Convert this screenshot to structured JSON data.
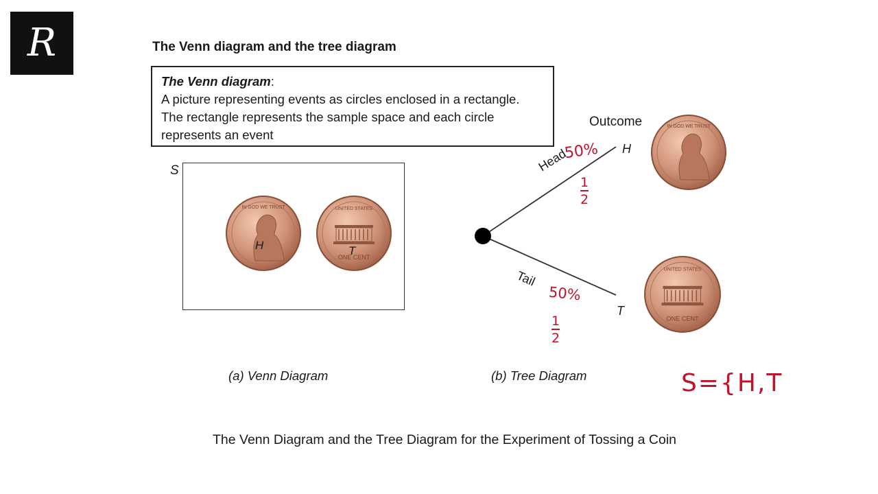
{
  "logo": {
    "letter": "R"
  },
  "heading": "The Venn diagram and the tree diagram",
  "definition": {
    "title": "The Venn diagram",
    "colon": ":",
    "text": "A picture representing events as circles enclosed in a rectangle. The rectangle represents the sample space and each circle represents an event"
  },
  "venn": {
    "set_label": "S",
    "heads_label": "H",
    "tails_label": "T",
    "caption": "(a) Venn Diagram"
  },
  "tree": {
    "outcome_label": "Outcome",
    "head_branch": "Head",
    "tail_branch": "Tail",
    "head_outcome": "H",
    "tail_outcome": "T",
    "caption": "(b) Tree Diagram"
  },
  "annotations": {
    "head_percent": "50%",
    "head_fraction_num": "1",
    "head_fraction_den": "2",
    "tail_percent": "50%",
    "tail_fraction_num": "1",
    "tail_fraction_den": "2",
    "sample_space": "S={H,T"
  },
  "footer_caption": "The Venn Diagram and the Tree Diagram for the Experiment of Tossing a Coin",
  "colors": {
    "annotation_red": "#c0142c",
    "copper": "#c98a6a"
  }
}
